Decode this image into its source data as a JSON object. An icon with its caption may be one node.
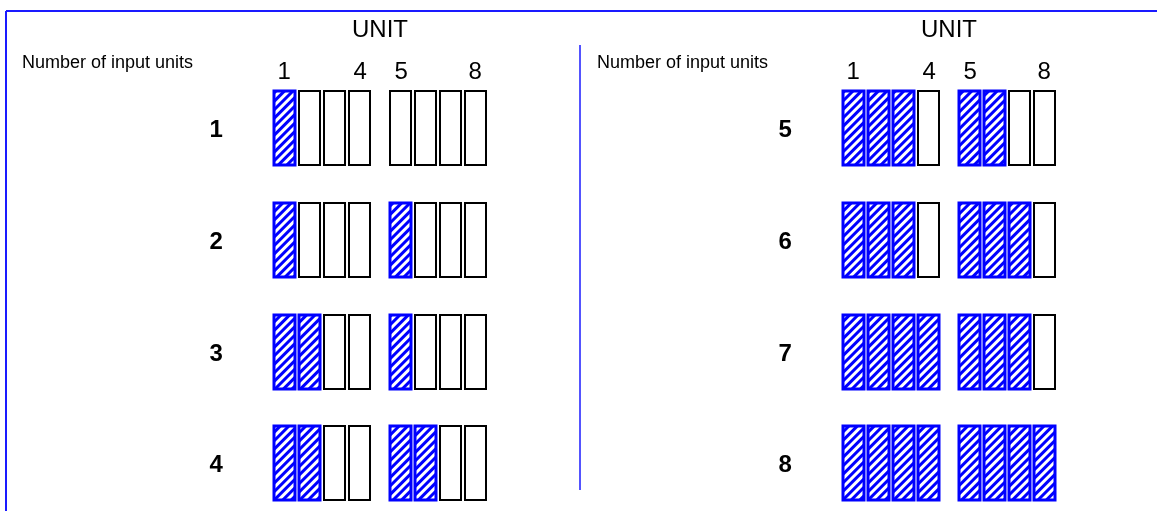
{
  "diagram": {
    "labels": [
      "UNIT",
      "Number of input units",
      "1",
      "4",
      "5",
      "8",
      "1",
      "2",
      "3",
      "4",
      "UNIT",
      "Number of input units",
      "1",
      "4",
      "5",
      "8",
      "5",
      "6",
      "7",
      "8"
    ]
  }
}
